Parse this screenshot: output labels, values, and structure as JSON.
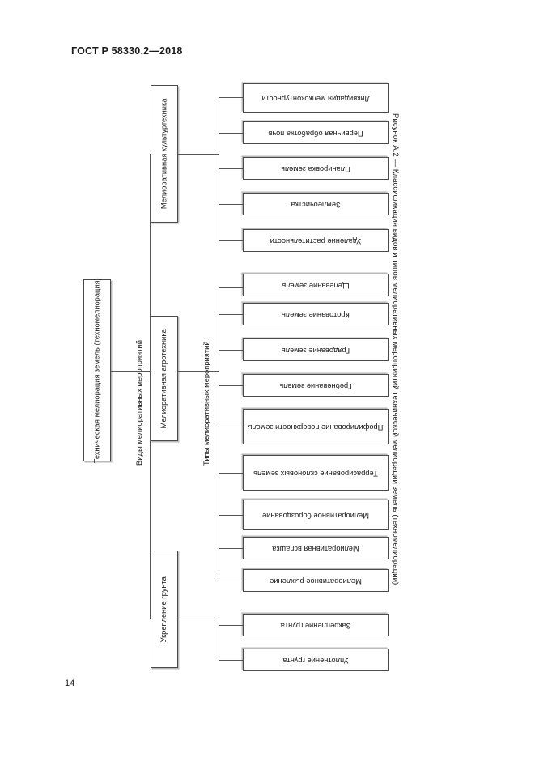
{
  "page": {
    "header": "ГОСТ Р 58330.2—2018",
    "number": "14",
    "caption": "Рисунок А.2 — Классификация видов и типов мелиоративных мероприятий технической мелиорации земель (техномелиорации)"
  },
  "diagram": {
    "column_labels": {
      "kinds": "Виды мелиоративных мероприятий",
      "types": "Типы мелиоративных мероприятий"
    },
    "root": {
      "label": "Техническая мелиорация земель (техномелиорация)"
    },
    "branches": [
      {
        "label": "Мелиоративная культуртехника",
        "leaves": [
          "Ликвидация мелкоконтурности",
          "Первичная обработка почв",
          "Планировка земель",
          "Землеочистка",
          "Удаление растительности"
        ]
      },
      {
        "label": "Мелиоративная агротехника",
        "leaves": [
          "Щелевание земель",
          "Кротование земель",
          "Грядование земель",
          "Гребневание земель",
          "Профилирование поверхности земель",
          "Террасирование склоновых земель",
          "Мелиоративное бороздование",
          "Мелиоративная вспашка",
          "Мелиоративное рыхление"
        ]
      },
      {
        "label": "Укрепление грунта",
        "leaves": [
          "Закрепление грунта",
          "Уплотнение грунта"
        ]
      }
    ]
  }
}
